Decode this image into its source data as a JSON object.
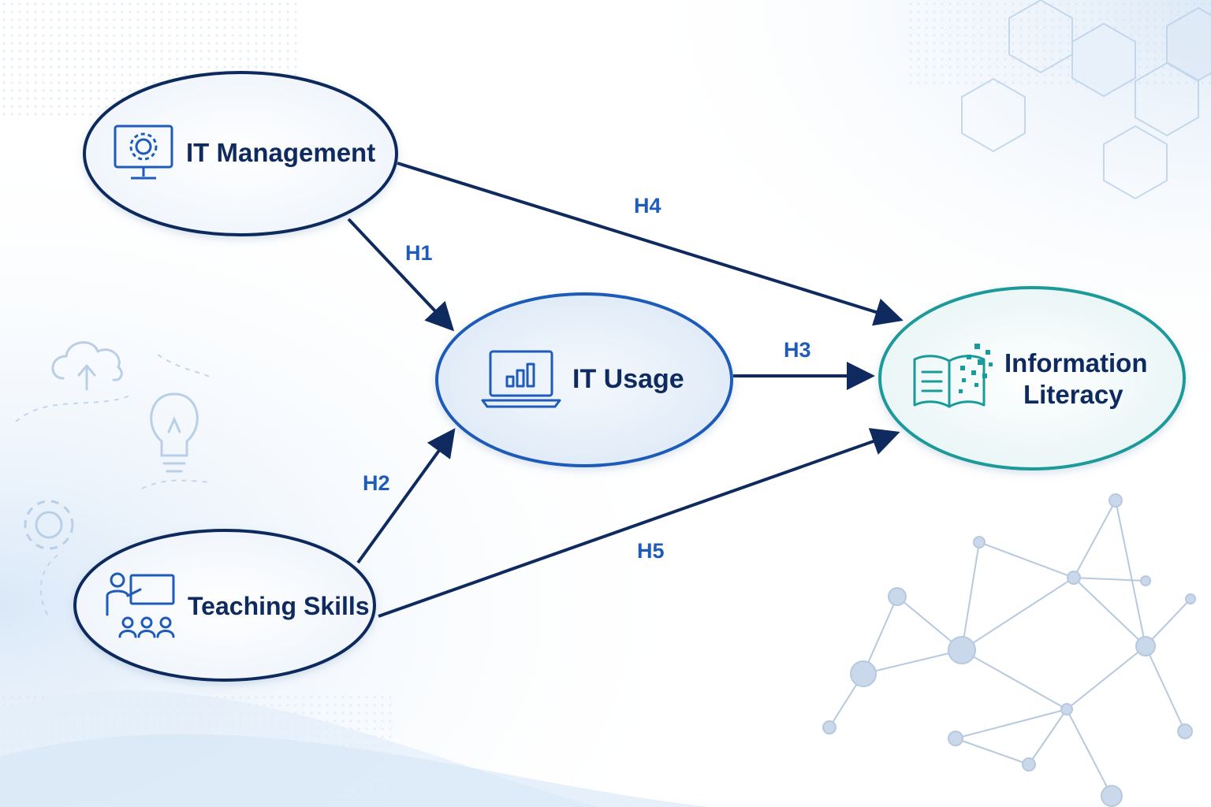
{
  "nodes": {
    "it_management": {
      "label": "IT Management",
      "icon": "monitor-gear-icon"
    },
    "it_usage": {
      "label": "IT Usage",
      "icon": "laptop-chart-icon"
    },
    "teaching_skills": {
      "label": "Teaching Skills",
      "icon": "teacher-class-icon"
    },
    "information_literacy": {
      "label_line1": "Information",
      "label_line2": "Literacy",
      "icon": "book-data-icon"
    }
  },
  "edges": [
    {
      "id": "h1",
      "label": "H1",
      "from": "IT Management",
      "to": "IT Usage"
    },
    {
      "id": "h2",
      "label": "H2",
      "from": "Teaching Skills",
      "to": "IT Usage"
    },
    {
      "id": "h3",
      "label": "H3",
      "from": "IT Usage",
      "to": "Information Literacy"
    },
    {
      "id": "h4",
      "label": "H4",
      "from": "IT Management",
      "to": "Information Literacy"
    },
    {
      "id": "h5",
      "label": "H5",
      "from": "Teaching Skills",
      "to": "Information Literacy"
    }
  ],
  "colors": {
    "navy": "#0f2a5e",
    "blue": "#1f5bb8",
    "teal": "#1a9a9a",
    "background_accent": "#dce9f7"
  },
  "decorations": [
    "cloud-upload-icon",
    "lightbulb-icon",
    "gear-icon",
    "network-graph",
    "hexagon-pattern"
  ]
}
